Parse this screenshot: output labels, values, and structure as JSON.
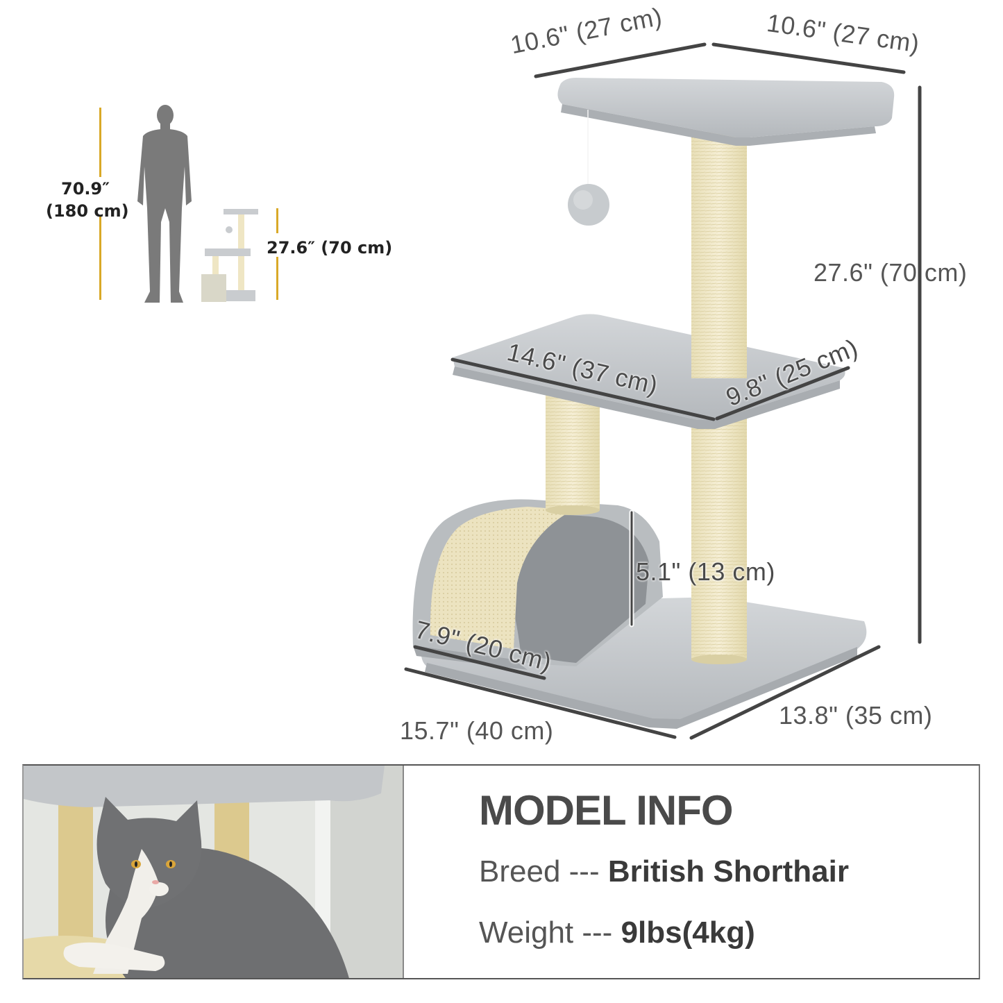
{
  "human_reference": {
    "human_height_inches": "70.9″",
    "human_height_cm": "(180 cm)",
    "tree_height_label": "27.6″ (70 cm)",
    "line_color": "#d9a928",
    "silhouette_color": "#7a7a7a"
  },
  "dimensions": {
    "top_platform_left": "10.6\" (27 cm)",
    "top_platform_right": "10.6\" (27 cm)",
    "total_height": "27.6\" (70 cm)",
    "middle_platform_length": "14.6\" (37 cm)",
    "middle_platform_width": "9.8\" (25 cm)",
    "tunnel_height": "5.1\" (13 cm)",
    "tunnel_depth": "7.9\" (20 cm)",
    "base_length": "15.7\" (40 cm)",
    "base_width": "13.8\" (35 cm)"
  },
  "colors": {
    "plush_gray": "#c9cccf",
    "plush_shadow": "#a9adb1",
    "sisal": "#efe6c4",
    "dimension_line": "#444444",
    "text": "#555555"
  },
  "model_info": {
    "title": "MODEL INFO",
    "breed_label": "Breed --- ",
    "breed_value": "British Shorthair",
    "weight_label": "Weight --- ",
    "weight_value": "9lbs(4kg)"
  }
}
